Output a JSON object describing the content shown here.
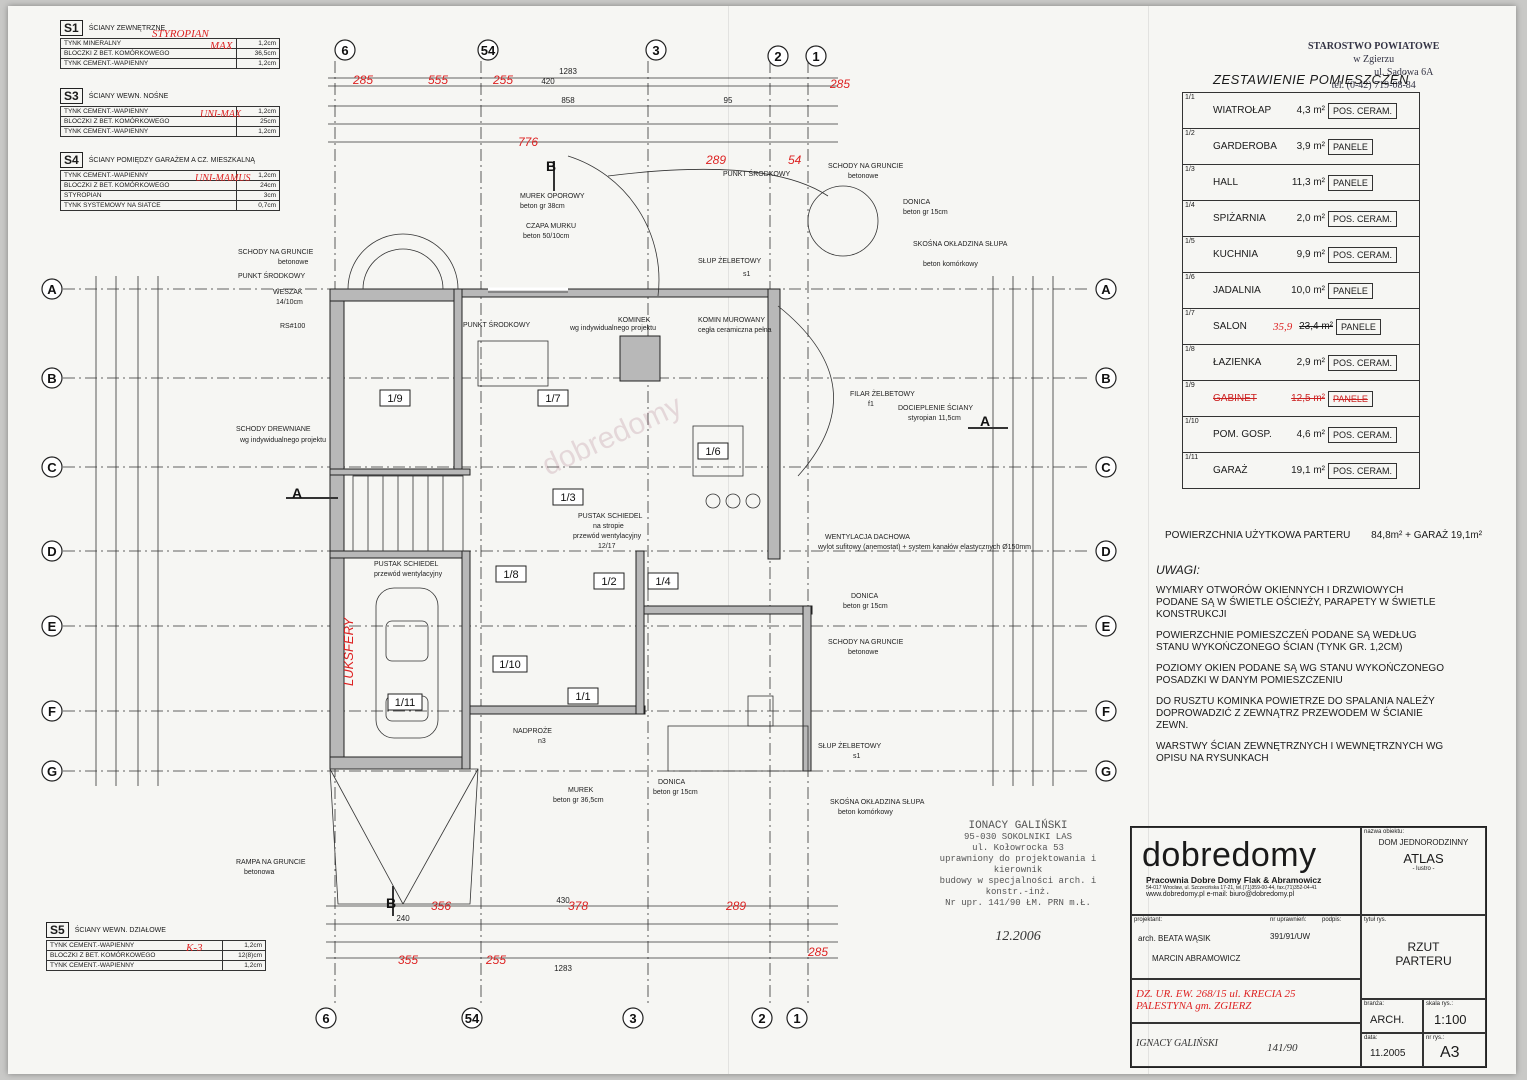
{
  "office_stamp": {
    "line1": "STAROSTWO POWIATOWE",
    "line2": "w Zgierzu",
    "line3": "ul. Sadowa 6A",
    "line4": "tel. (0-42) 719-08-84"
  },
  "rooms": {
    "title": "ZESTAWIENIE POMIESZCZEŃ",
    "items": [
      {
        "num": "1/1",
        "name": "WIATROŁAP",
        "area": "4,3 m²",
        "finish": "POS. CERAM."
      },
      {
        "num": "1/2",
        "name": "GARDEROBA",
        "area": "3,9 m²",
        "finish": "PANELE"
      },
      {
        "num": "1/3",
        "name": "HALL",
        "area": "11,3 m²",
        "finish": "PANELE"
      },
      {
        "num": "1/4",
        "name": "SPIŻARNIA",
        "area": "2,0 m²",
        "finish": "POS. CERAM."
      },
      {
        "num": "1/5",
        "name": "KUCHNIA",
        "area": "9,9 m²",
        "finish": "POS. CERAM."
      },
      {
        "num": "1/6",
        "name": "JADALNIA",
        "area": "10,0 m²",
        "finish": "PANELE"
      },
      {
        "num": "1/7",
        "name": "SALON",
        "area": "23,4 m²",
        "finish": "PANELE",
        "correction": "35,9"
      },
      {
        "num": "1/8",
        "name": "ŁAZIENKA",
        "area": "2,9 m²",
        "finish": "POS. CERAM."
      },
      {
        "num": "1/9",
        "name": "GABINET",
        "area": "12,5 m²",
        "finish": "PANELE",
        "struck": true
      },
      {
        "num": "1/10",
        "name": "POM. GOSP.",
        "area": "4,6 m²",
        "finish": "POS. CERAM."
      },
      {
        "num": "1/11",
        "name": "GARAŻ",
        "area": "19,1 m²",
        "finish": "POS. CERAM."
      }
    ]
  },
  "usable_area": {
    "label": "POWIERZCHNIA UŻYTKOWA PARTERU",
    "value": "84,8m² + GARAŻ 19,1m²"
  },
  "notes": {
    "title": "UWAGI:",
    "items": [
      "WYMIARY OTWORÓW OKIENNYCH I DRZWIOWYCH PODANE SĄ W ŚWIETLE OŚCIEŻY, PARAPETY W ŚWIETLE KONSTRUKCJI",
      "POWIERZCHNIE POMIESZCZEŃ PODANE SĄ WEDŁUG STANU WYKOŃCZONEGO ŚCIAN (TYNK gr. 1,2cm)",
      "POZIOMY OKIEN PODANE SĄ WG STANU WYKOŃCZONEGO POSADZKI W DANYM POMIESZCZENIU",
      "DO RUSZTU KOMINKA POWIETRZE DO SPALANIA NALEŻY DOPROWADZIĆ Z ZEWNĄTRZ PRZEWODEM W ŚCIANIE ZEWN.",
      "WARSTWY ŚCIAN ZEWNĘTRZNYCH I WEWNĘTRZNYCH WG OPISU NA RYSUNKACH"
    ]
  },
  "wall_specs": [
    {
      "code": "S1",
      "title": "ŚCIANY ZEWNĘTRZNE",
      "layers": [
        [
          "TYNK MINERALNY",
          "1,2cm"
        ],
        [
          "BLOCZKI Z BET. KOMÓRKOWEGO",
          "36,5cm"
        ],
        [
          "TYNK CEMENT.-WAPIENNY",
          "1,2cm"
        ]
      ],
      "notes": [
        "STYROPIAN",
        "MAX"
      ]
    },
    {
      "code": "S3",
      "title": "ŚCIANY WEWN. NOŚNE",
      "layers": [
        [
          "TYNK CEMENT.-WAPIENNY",
          "1,2cm"
        ],
        [
          "BLOCZKI Z BET. KOMÓRKOWEGO",
          "25cm"
        ],
        [
          "TYNK CEMENT.-WAPIENNY",
          "1,2cm"
        ]
      ],
      "notes": [
        "UNI-MAX"
      ]
    },
    {
      "code": "S4",
      "title": "ŚCIANY POMIĘDZY GARAŻEM A CZ. MIESZKALNĄ",
      "layers": [
        [
          "TYNK CEMENT.-WAPIENNY",
          "1,2cm"
        ],
        [
          "BLOCZKI Z BET. KOMÓRKOWEGO",
          "24cm"
        ],
        [
          "STYROPIAN",
          "3cm"
        ],
        [
          "TYNK SYSTEMOWY NA SIATCE",
          "0,7cm"
        ]
      ],
      "notes": [
        "UNI-MAMUS"
      ]
    },
    {
      "code": "S5",
      "title": "ŚCIANY WEWN. DZIAŁOWE",
      "layers": [
        [
          "TYNK CEMENT.-WAPIENNY",
          "1,2cm"
        ],
        [
          "BLOCZKI Z BET. KOMÓRKOWEGO",
          "12(8)cm"
        ],
        [
          "TYNK CEMENT.-WAPIENNY",
          "1,2cm"
        ]
      ],
      "notes": [
        "K-3"
      ]
    }
  ],
  "axes": {
    "rows": [
      "A",
      "B",
      "C",
      "D",
      "E",
      "F",
      "G"
    ],
    "cols": [
      "6",
      "54",
      "3",
      "2",
      "1"
    ]
  },
  "plan_labels": {
    "rooms": [
      "1/1",
      "1/2",
      "1/3",
      "1/4",
      "1/5",
      "1/6",
      "1/7",
      "1/8",
      "1/9",
      "1/10",
      "1/11"
    ],
    "annotations": [
      "SCHODY NA GRUNCIE",
      "betonowe",
      "PUNKT ŚRODKOWY",
      "WESZAK",
      "14/10cm",
      "RS#100",
      "MUREK OPOROWY",
      "beton gr 38cm",
      "CZAPA MURKU",
      "beton 50/10cm",
      "SCHODY NA GRUNCIE",
      "betonowe",
      "PUNKT ŚRODKOWY",
      "DONICA",
      "beton gr 15cm",
      "SKOŚNA OKŁADZINA SŁUPA",
      "beton komórkowy",
      "SŁUP ŻELBETOWY",
      "s1",
      "KOMINEK",
      "wg indywidualnego projektu",
      "KOMIN MUROWANY",
      "cegła ceramiczna pełna",
      "PUNKT ŚRODKOWY",
      "SCHODY DREWNIANE",
      "wg indywidualnego projektu",
      "FILAR ŻELBETOWY",
      "f1",
      "DOCIEPLENIE ŚCIANY",
      "styropian 11,5cm",
      "PUSTAK SCHIEDEL",
      "na stropie",
      "przewód wentylacyjny",
      "12/17",
      "WENTYLACJA DACHOWA",
      "wylot sufitowy (anemostat) + system kanałów elastycznych Ø150mm",
      "DONICA",
      "beton gr 15cm",
      "SCHODY NA GRUNCIE",
      "betonowe",
      "SŁUP ŻELBETOWY",
      "s1",
      "NADPROŻE",
      "n3",
      "MUREK",
      "beton gr 36,5cm",
      "DONICA",
      "beton gr 15cm",
      "SKOŚNA OKŁADZINA SŁUPA",
      "beton komórkowy",
      "RAMPA NA GRUNCIE",
      "betonowa",
      "LUKSFERY",
      "PUSTAK SCHIEDEL",
      "przewód wentylacyjny"
    ]
  },
  "dims_top": [
    "1283",
    "858",
    "420",
    "95",
    "285",
    "555",
    "255",
    "776",
    "289",
    "54"
  ],
  "dims_bottom": [
    "1283",
    "430",
    "240",
    "356",
    "378",
    "289",
    "285",
    "355",
    "255"
  ],
  "architect_stamp": {
    "name": "IONACY GALIŃSKI",
    "addr": "95-030 SOKOLNIKI LAS",
    "street": "ul. Kołowrocka 53",
    "lines": [
      "uprawniony do projektowania i kierownik",
      "budowy w specjalności arch. i konstr.-inż.",
      "Nr upr. 141/90 ŁM.  PRN m.Ł."
    ],
    "date": "12.2006"
  },
  "title_block": {
    "company": "dobredomy",
    "company_full": "Pracownia Dobre Domy Flak & Abramowicz",
    "address": "54-017 Wrocław, ul. Szczecińska 17-21, tel.(71)359-00-44, fax.(71)352-04-41",
    "web": "www.dobredomy.pl   e-mail: biuro@dobredomy.pl",
    "object_label": "nazwa obiektu:",
    "object": "DOM JEDNORODZINNY",
    "project_name": "ATLAS",
    "variant": "- lustro -",
    "designer_label": "projektant:",
    "designer": "arch. BEATA WĄSIK",
    "co_designer": "MARCIN ABRAMOWICZ",
    "license_label": "nr uprawnień:",
    "license": "391/91/UW",
    "sign_label": "podpis:",
    "drawing_label": "tytuł rys.",
    "drawing_title": "RZUT PARTERU",
    "branch_label": "branża:",
    "branch": "ARCH.",
    "scale_label": "skala rys.:",
    "scale": "1:100",
    "date_label": "data:",
    "date": "11.2005",
    "sheet_label": "nr rys.:",
    "sheet": "A3",
    "handwritten_address": "DZ. UR. EW. 268/15 ul. KRECIA 25 PALESTYNA gm. ZGIERZ",
    "handwritten_name": "IGNACY GALIŃSKI",
    "handwritten_license": "141/90"
  },
  "section_marks": [
    "A",
    "A",
    "B",
    "B"
  ]
}
